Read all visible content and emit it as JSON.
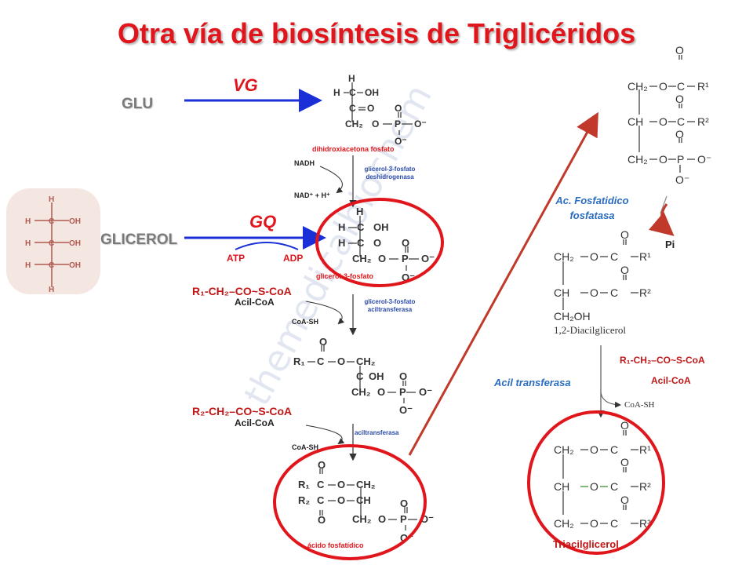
{
  "title": "Otra vía de biosíntesis de Triglicéridos",
  "left": {
    "glu": "GLU",
    "vg": "VG",
    "glicerol": "GLICEROL",
    "gq": "GQ",
    "atp": "ATP",
    "adp": "ADP",
    "acyl1": "R₁-CH₂–CO~S-CoA",
    "acil1": "Acil-CoA",
    "acyl2": "R₂-CH₂–CO~S-CoA",
    "acil2": "Acil-CoA"
  },
  "pathway": {
    "dhap": "dihidroxiacetona fosfato",
    "nadh": "NADH",
    "nad": "NAD⁺ + H⁺",
    "enz1_l1": "glicerol-3-fosfato",
    "enz1_l2": "deshidrogenasa",
    "g3p": "glicerol-3-fosfato",
    "enz2_l1": "glicerol-3-fosfato",
    "enz2_l2": "aciltransferasa",
    "coash1": "CoA-SH",
    "enz3": "aciltransferasa",
    "coash2": "CoA-SH",
    "pa": "ácido fosfatídico"
  },
  "right": {
    "fosfatidico_l1": "Ac. Fosfatidico",
    "fosfatidico_l2": "fosfatasa",
    "pi": "Pi",
    "diacil": "1,2-Diacilglicerol",
    "transferasa": "Acil transferasa",
    "acyl": "R₁-CH₂–CO~S-CoA",
    "acil": "Acil-CoA",
    "coash": "CoA-SH",
    "tag": "Triacilglicerol"
  },
  "watermark": "themedicalbiochem"
}
